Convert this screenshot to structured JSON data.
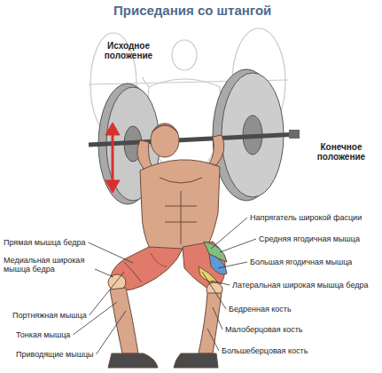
{
  "diagram": {
    "title": "Приседания со штангой",
    "labels": [
      "Исходное положение",
      "Конечное положение",
      "Напрягатель широкой фасции",
      "Средняя ягодичная мышца",
      "Прямая мышца бедра",
      "Большая ягодичная мышца",
      "Медиальная широкая мышца бедра",
      "Латеральная широкая мышца бедра",
      "Бедренная кость",
      "Портняжная мышца",
      "Малоберцовая кость",
      "Тонкая мышца",
      "Большеберцовая кость",
      "Приводящие мышцы"
    ]
  }
}
